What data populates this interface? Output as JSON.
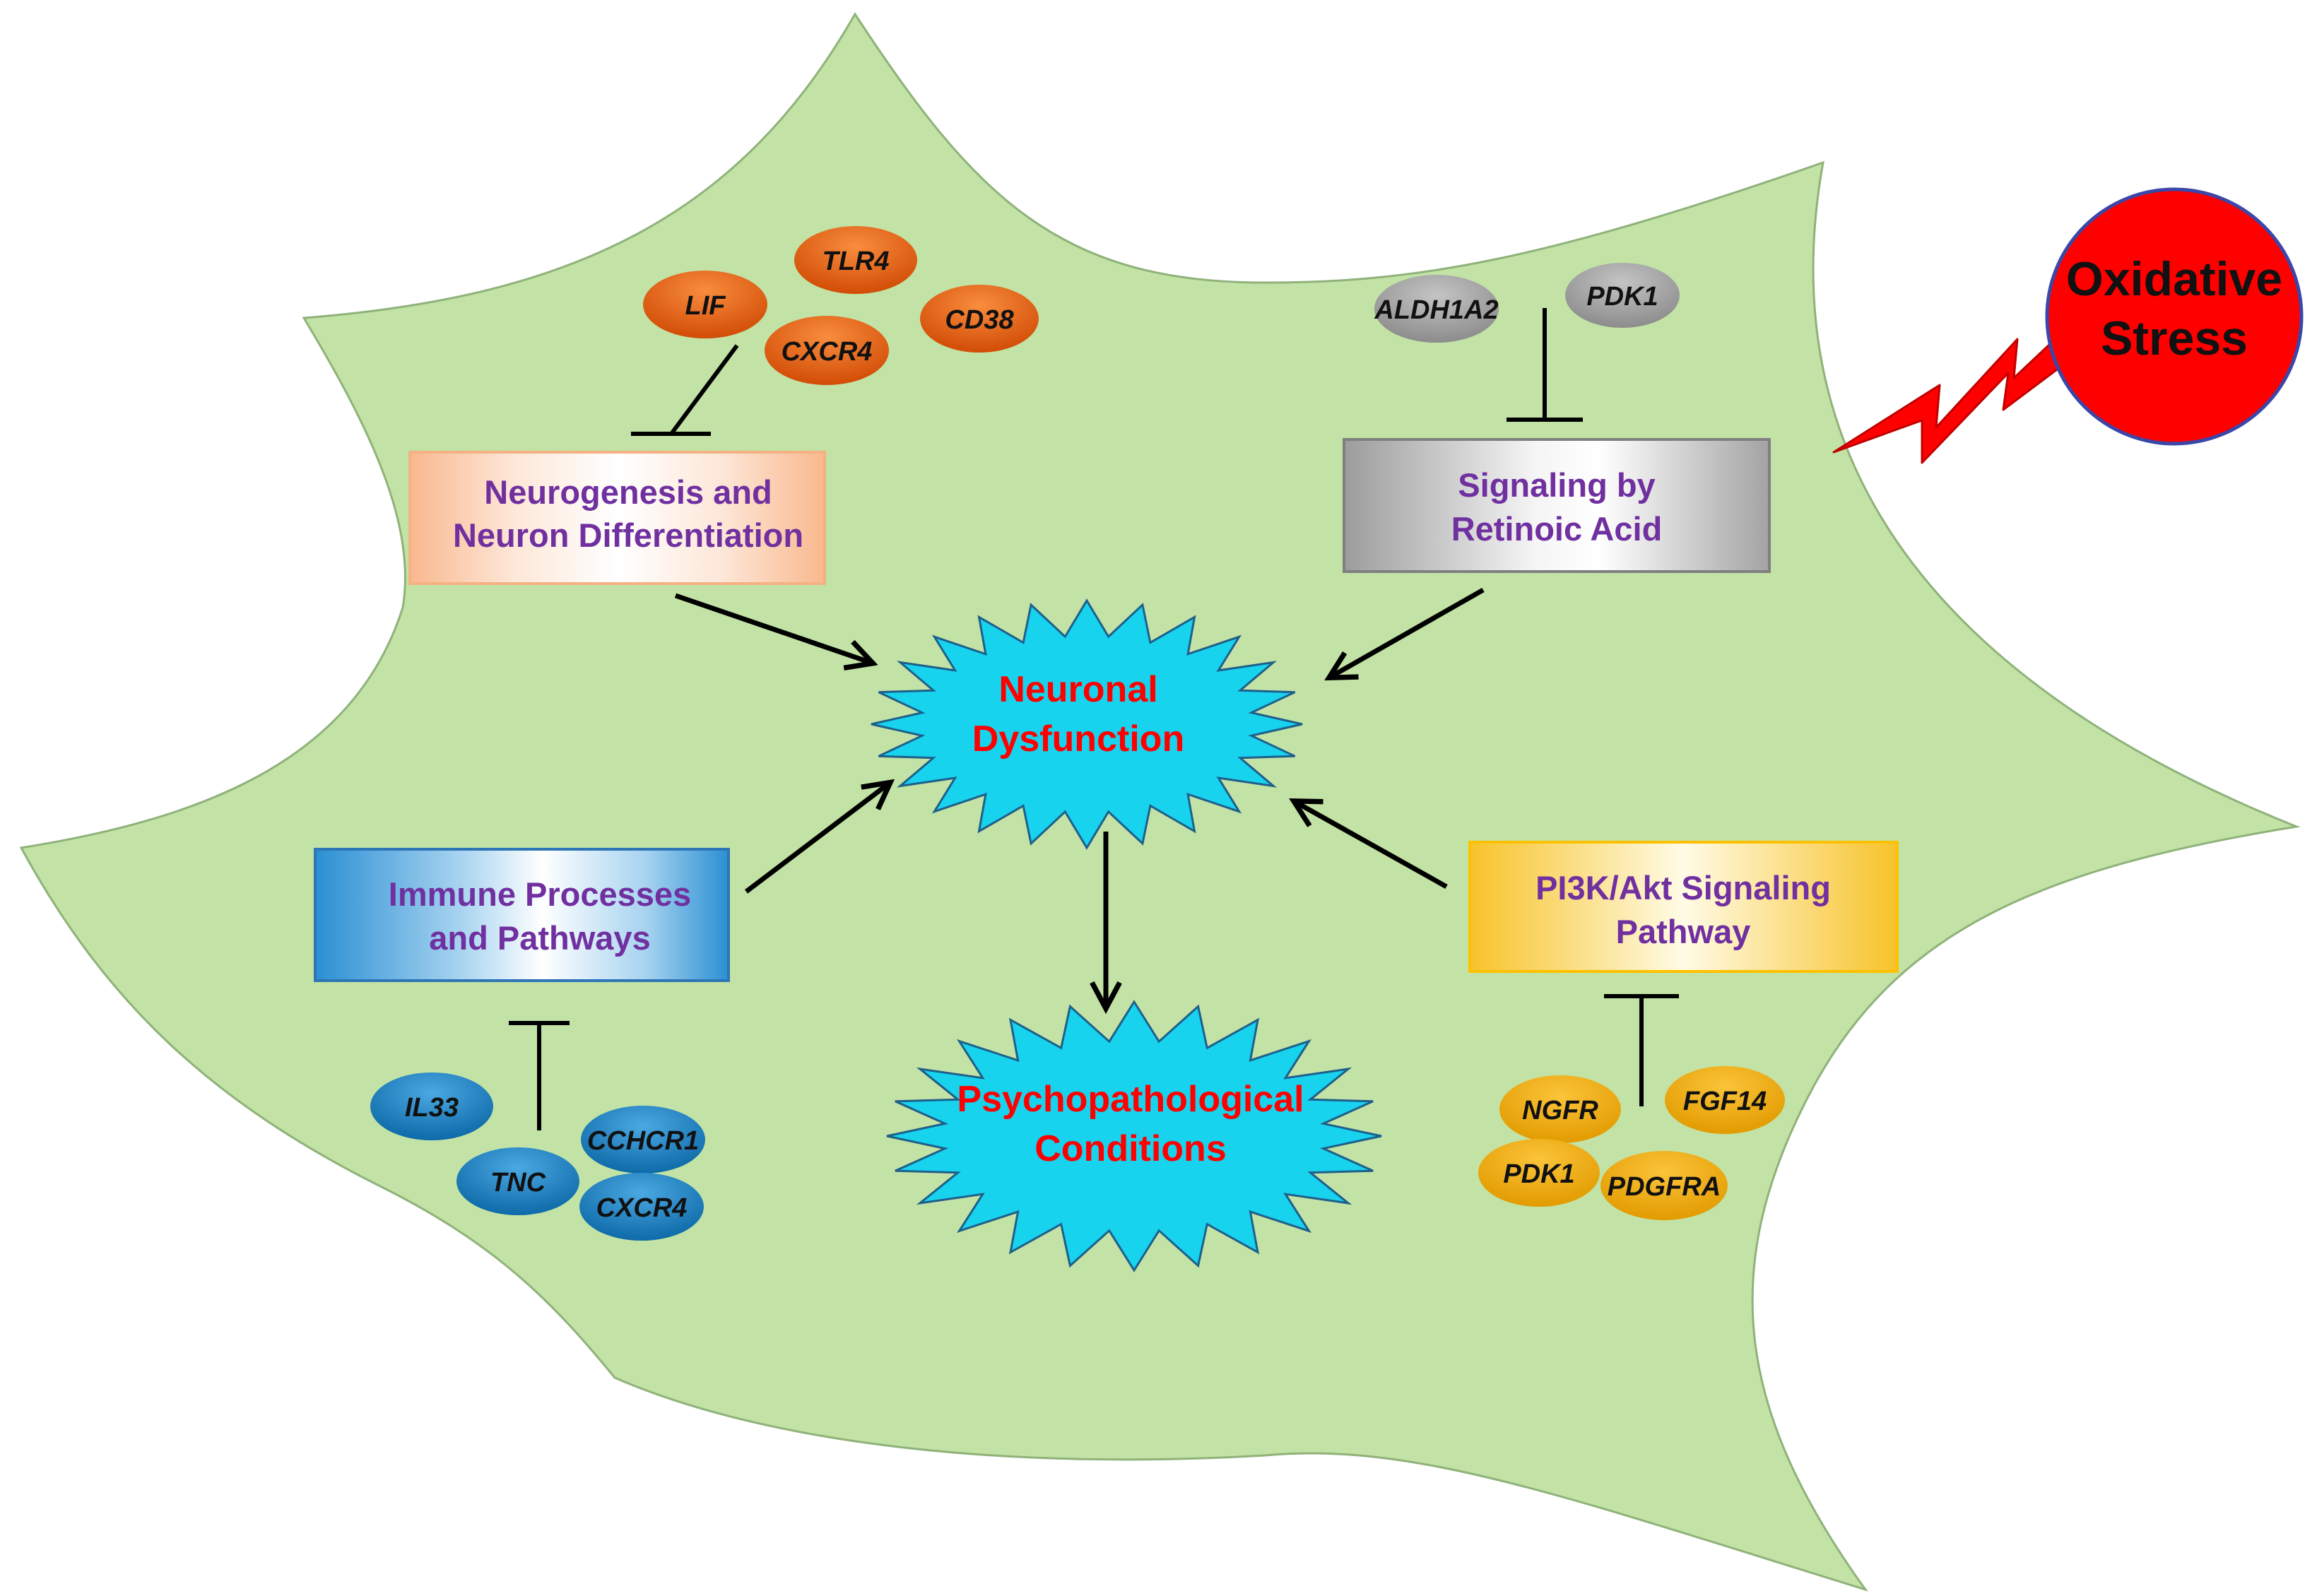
{
  "colors": {
    "cell_fill": "#c2e3a5",
    "cell_stroke": "#8fb27a",
    "orange_gene": "#e85e12",
    "gray_gene": "#a6a6a6",
    "blue_gene": "#1b82c4",
    "gold_gene": "#f0ab00",
    "burst_fill": "#17d3ee",
    "stress_fill": "#ff0000",
    "box_text": "#7030a0",
    "burst_text": "#ff0000"
  },
  "stress": {
    "line1": "Oxidative",
    "line2": "Stress"
  },
  "center": {
    "dysfunction": {
      "line1": "Neuronal",
      "line2": "Dysfunction"
    },
    "conditions": {
      "line1": "Psychopathological",
      "line2": "Conditions"
    }
  },
  "boxes": {
    "neurogenesis": {
      "line1": "Neurogenesis and",
      "line2": "Neuron Differentiation"
    },
    "retinoic": {
      "line1": "Signaling by",
      "line2": "Retinoic Acid"
    },
    "immune": {
      "line1": "Immune Processes",
      "line2": "and Pathways"
    },
    "pi3k": {
      "line1": "PI3K/Akt Signaling",
      "line2": "Pathway"
    }
  },
  "genes": {
    "neurogenesis": [
      "TLR4",
      "LIF",
      "CD38",
      "CXCR4"
    ],
    "retinoic": [
      "ALDH1A2",
      "PDK1"
    ],
    "immune": [
      "IL33",
      "CCHCR1",
      "TNC",
      "CXCR4"
    ],
    "pi3k": [
      "NGFR",
      "FGF14",
      "PDK1",
      "PDGFRA"
    ]
  }
}
